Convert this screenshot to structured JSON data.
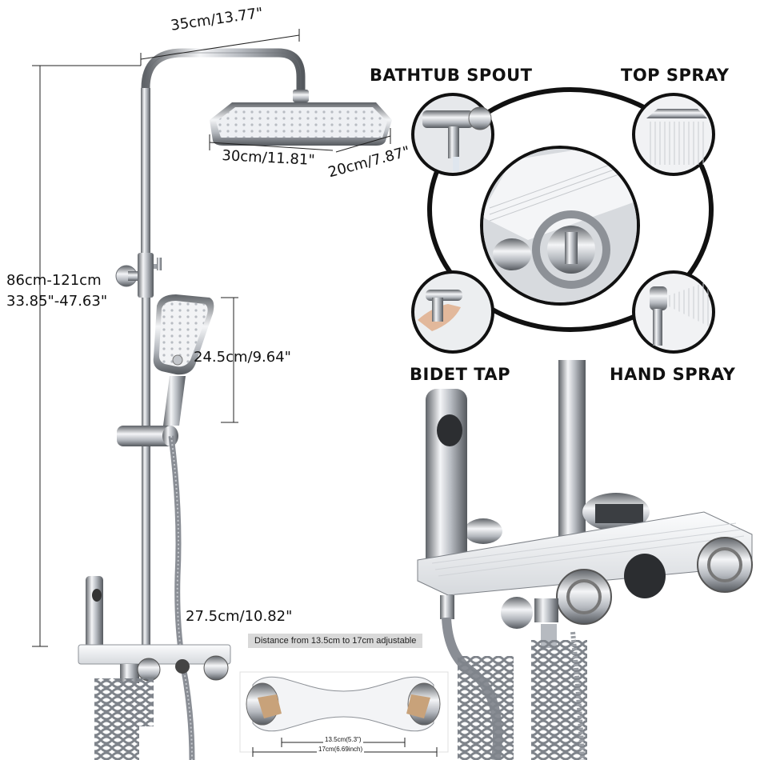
{
  "dimensions": {
    "arm_width": "35cm/13.77\"",
    "head_length": "30cm/11.81\"",
    "head_width": "20cm/7.87\"",
    "height_cm": "86cm-121cm",
    "height_in": "33.85\"-47.63\"",
    "hand_spray": "24.5cm/9.64\"",
    "shelf": "27.5cm/10.82\""
  },
  "features": {
    "bathtub_spout": "BATHTUB SPOUT",
    "top_spray": "TOP SPRAY",
    "bidet_tap": "BIDET TAP",
    "hand_spray": "HAND SPRAY"
  },
  "adjust": {
    "note": "Distance from 13.5cm to 17cm adjustable",
    "min": "13.5cm(5.3\")",
    "max": "17cm(6.69inch)"
  },
  "colors": {
    "chrome_dark": "#6e7278",
    "chrome_light": "#f2f3f5",
    "panel_white": "#eef0f2",
    "hose_gray": "#8e9299",
    "ring": "#111111"
  }
}
